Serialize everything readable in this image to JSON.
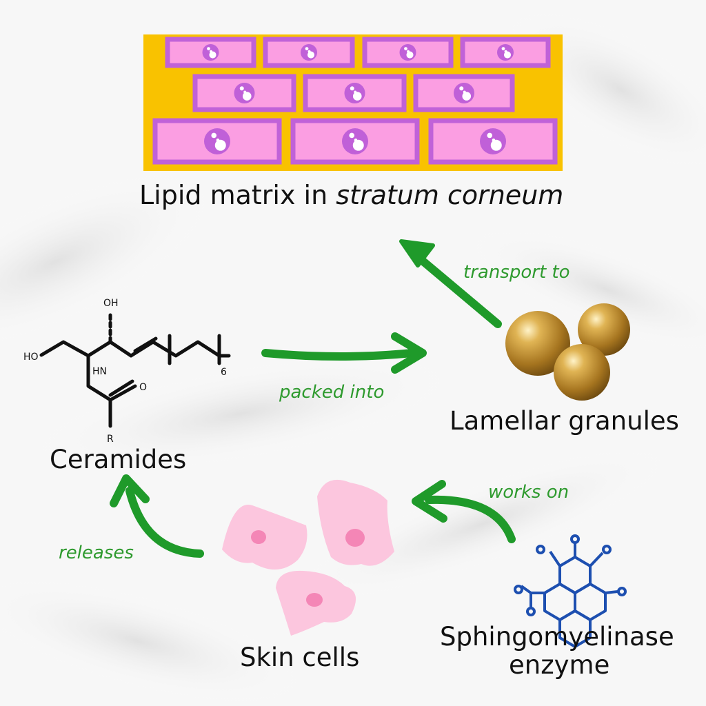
{
  "labels": {
    "lipid_matrix_main": "Lipid matrix in ",
    "lipid_matrix_italic": "stratum corneum",
    "ceramides": "Ceramides",
    "lamellar_granules": "Lamellar granules",
    "skin_cells": "Skin cells",
    "enzyme_line1": "Sphingomyelinase",
    "enzyme_line2": "enzyme"
  },
  "arrows": {
    "transport_to": "transport to",
    "packed_into": "packed  into",
    "works_on": "works on",
    "releases": "releases"
  },
  "molecule": {
    "oh": "OH",
    "ho": "HO",
    "hn": "HN",
    "o": "O",
    "r": "R",
    "subscript": "6"
  },
  "colors": {
    "matrix_bg": "#f9c200",
    "cell_fill": "#fb9ee2",
    "cell_border": "#c062d8",
    "nucleus": "#c060d8",
    "arrow_green": "#1f9a2a",
    "skin_cell": "#fcc6de",
    "skin_nucleus": "#f486b6",
    "granule_gold": "#b8862a",
    "enzyme_blue": "#1d4fb0"
  }
}
